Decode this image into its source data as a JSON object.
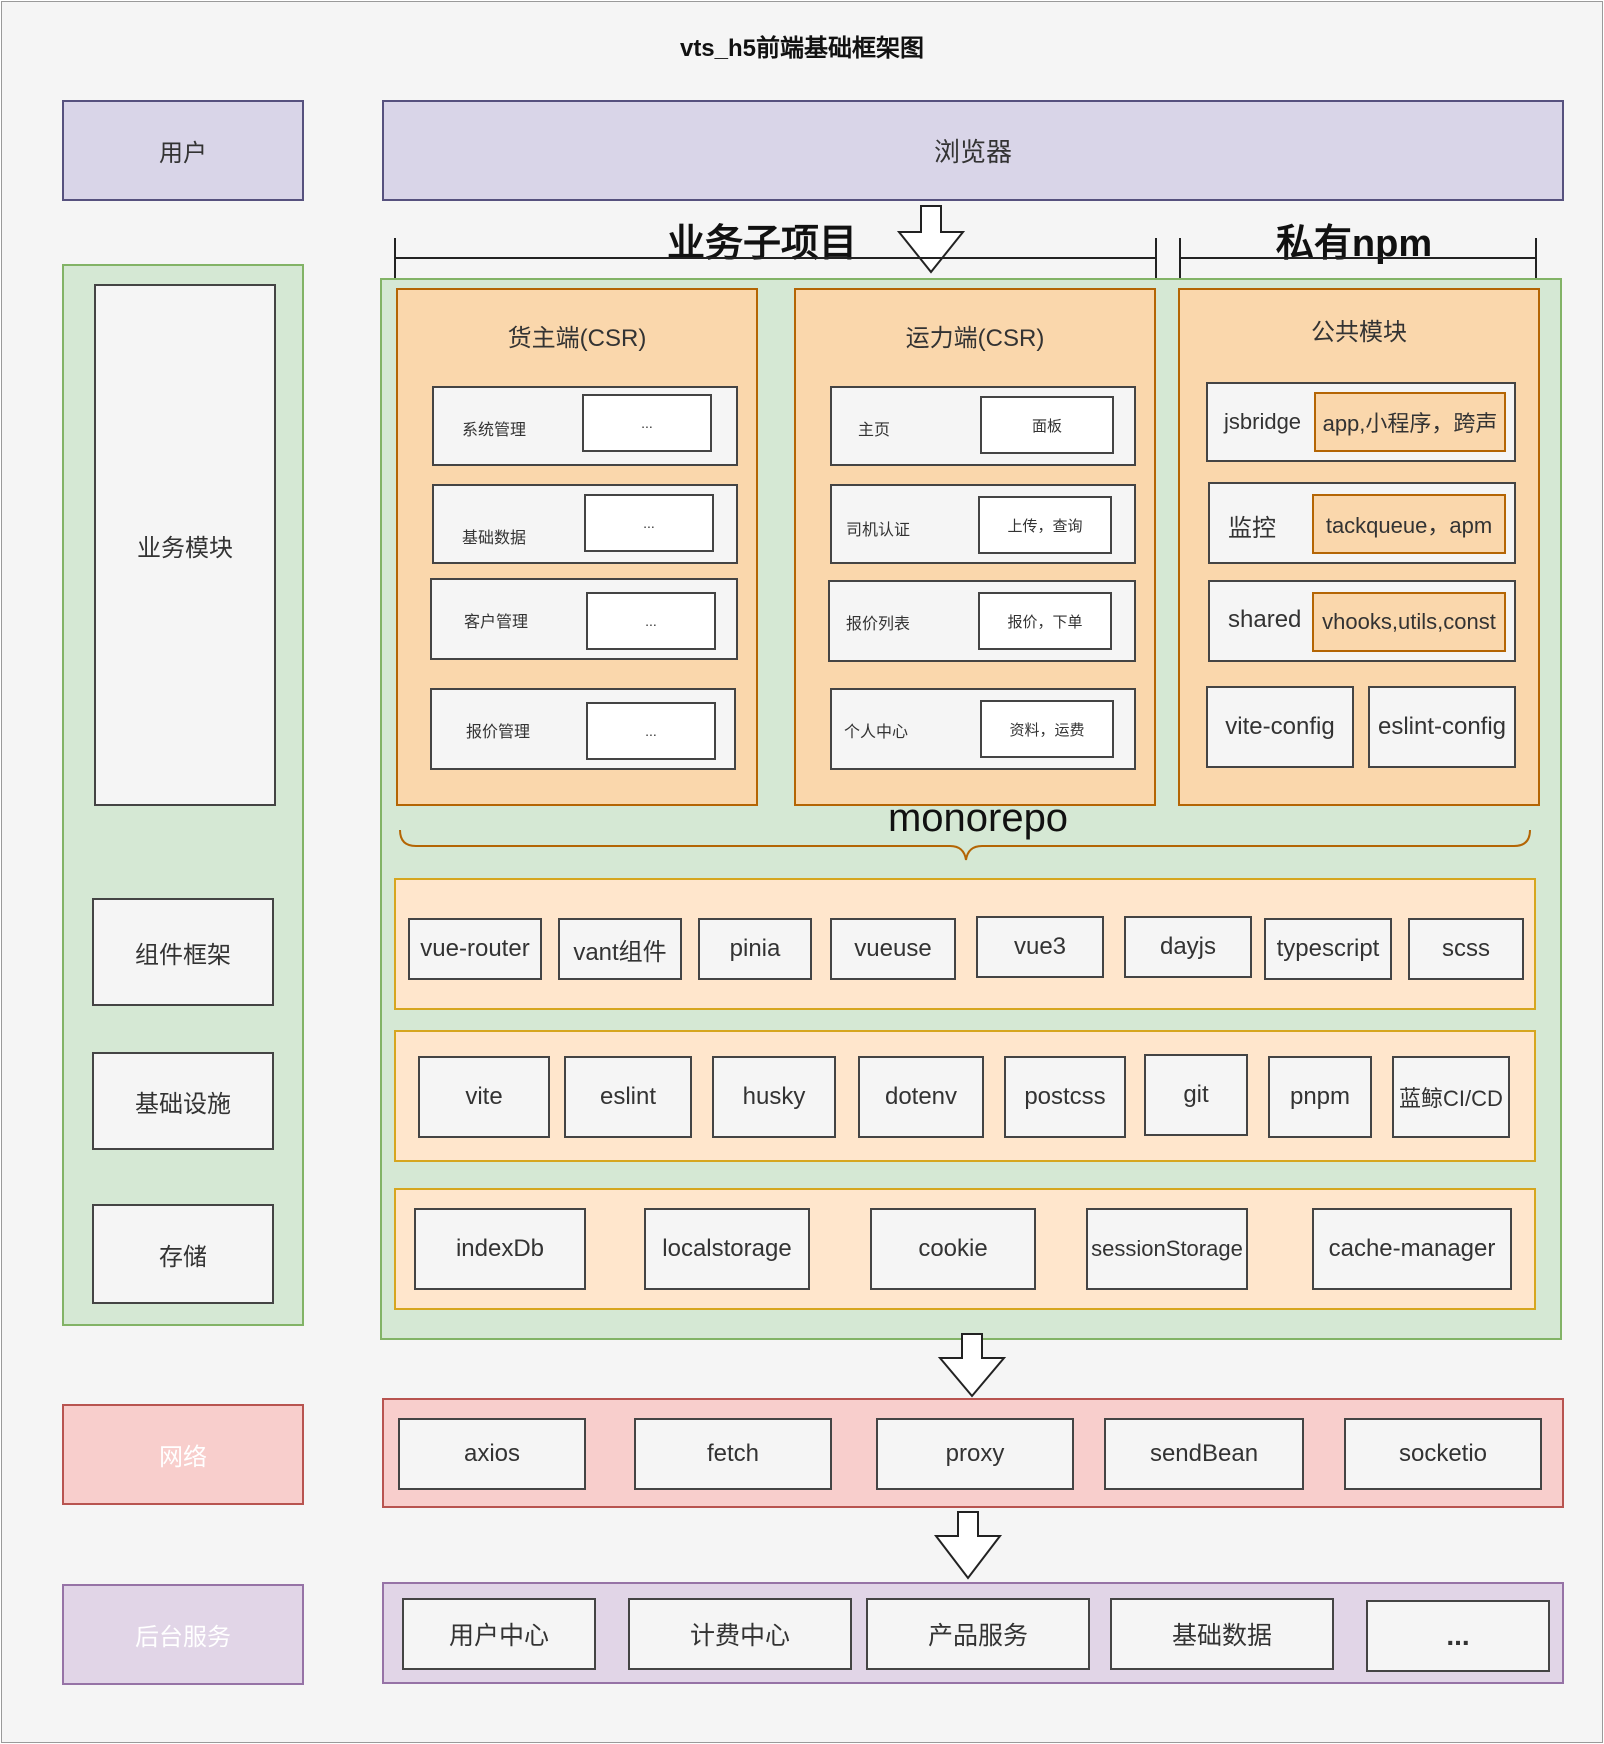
{
  "title": "vts_h5前端基础框架图",
  "left": {
    "user": "用户",
    "business_module": "业务模块",
    "component_framework": "组件框架",
    "infrastructure": "基础设施",
    "storage": "存储",
    "network": "网络",
    "backend": "后台服务"
  },
  "browser": "浏览器",
  "headers": {
    "business_projects": "业务子项目",
    "private_npm": "私有npm",
    "monorepo": "monorepo"
  },
  "shipper": {
    "title": "货主端(CSR)",
    "rows": [
      {
        "label": "系统管理",
        "value": "..."
      },
      {
        "label": "基础数据",
        "value": "..."
      },
      {
        "label": "客户管理",
        "value": "..."
      },
      {
        "label": "报价管理",
        "value": "..."
      }
    ]
  },
  "carrier": {
    "title": "运力端(CSR)",
    "rows": [
      {
        "label": "主页",
        "value": "面板"
      },
      {
        "label": "司机认证",
        "value": "上传，查询"
      },
      {
        "label": "报价列表",
        "value": "报价，下单"
      },
      {
        "label": "个人中心",
        "value": "资料，运费"
      }
    ]
  },
  "common": {
    "title": "公共模块",
    "rows": [
      {
        "label": "jsbridge",
        "value": "app,小程序，跨声"
      },
      {
        "label": "监控",
        "value": "tackqueue，apm"
      },
      {
        "label": "shared",
        "value": "vhooks,utils,const"
      }
    ],
    "configs": [
      "vite-config",
      "eslint-config"
    ]
  },
  "components": [
    "vue-router",
    "vant组件",
    "pinia",
    "vueuse",
    "vue3",
    "dayjs",
    "typescript",
    "scss"
  ],
  "infra": [
    "vite",
    "eslint",
    "husky",
    "dotenv",
    "postcss",
    "git",
    "pnpm",
    "蓝鲸CI/CD"
  ],
  "storage": [
    "indexDb",
    "localstorage",
    "cookie",
    "sessionStorage",
    "cache-manager"
  ],
  "network": [
    "axios",
    "fetch",
    "proxy",
    "sendBean",
    "socketio"
  ],
  "backend": [
    "用户中心",
    "计费中心",
    "产品服务",
    "基础数据",
    "..."
  ],
  "colors": {
    "purple_fill": "#d9d5e8",
    "green_fill": "#d5e8d4",
    "orange_fill": "#fad7ac",
    "peach_fill": "#ffe6cc",
    "red_fill": "#f8cecc",
    "lilac_fill": "#e1d5e7"
  }
}
